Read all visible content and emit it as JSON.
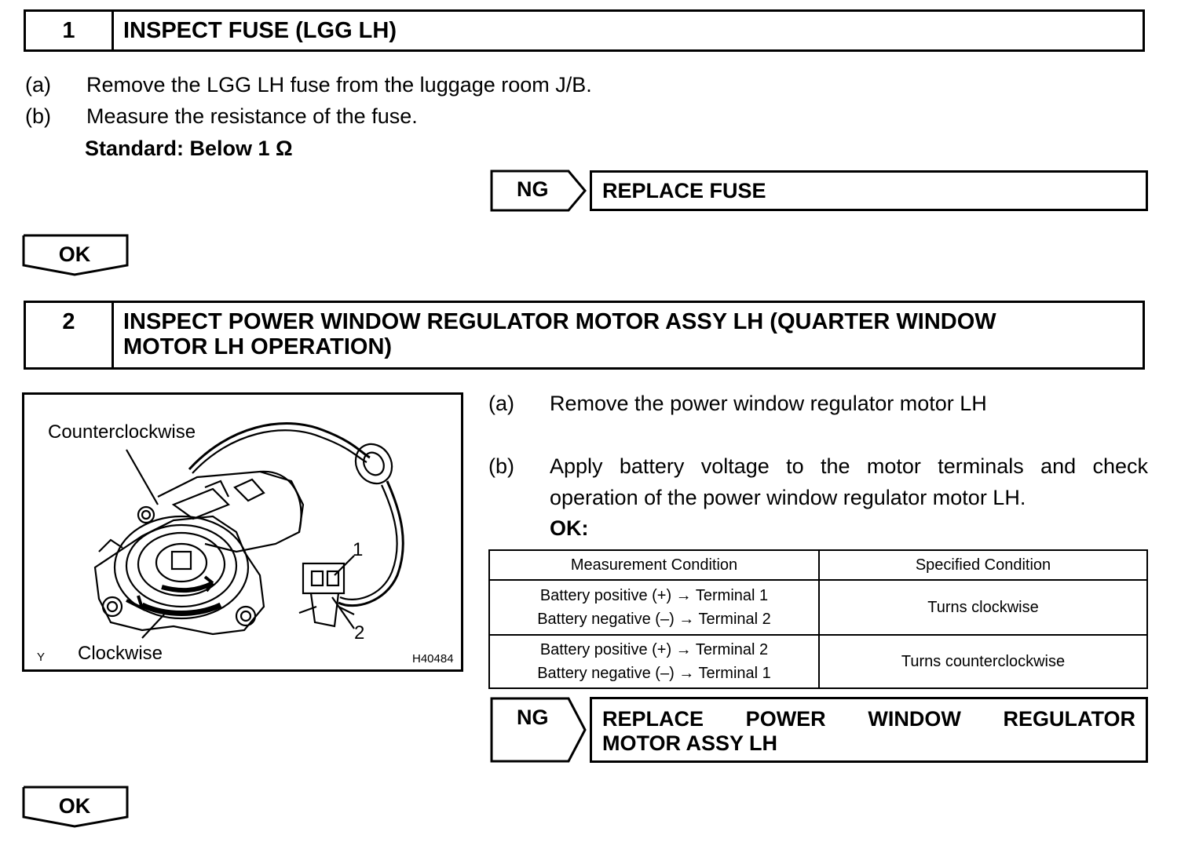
{
  "step1": {
    "number": "1",
    "title": "INSPECT FUSE (LGG LH)",
    "steps": [
      {
        "label": "(a)",
        "text": "Remove the LGG LH fuse from the luggage room J/B."
      },
      {
        "label": "(b)",
        "text": "Measure the resistance of the fuse."
      }
    ],
    "standard": "Standard: Below 1 Ω",
    "ng_label": "NG",
    "ng_action": "REPLACE FUSE",
    "ok_label": "OK"
  },
  "step2": {
    "number": "2",
    "title_line1": "INSPECT POWER WINDOW REGULATOR MOTOR ASSY LH (QUARTER WINDOW",
    "title_line2": "MOTOR LH OPERATION)",
    "figure": {
      "label_ccw": "Counterclockwise",
      "label_cw": "Clockwise",
      "terminal_1": "1",
      "terminal_2": "2",
      "corner_mark": "Y",
      "code": "H40484"
    },
    "step_a_label": "(a)",
    "step_a_text": "Remove the power window regulator motor LH",
    "step_b_label": "(b)",
    "step_b_line1": "Apply battery voltage to the motor terminals and check",
    "step_b_line2": "operation of the power window regulator motor LH.",
    "ok_heading": "OK:",
    "table": {
      "headers": [
        "Measurement Condition",
        "Specified Condition"
      ],
      "rows": [
        {
          "cond_line1": "Battery positive (+) → Terminal 1",
          "cond_line2": "Battery negative (–) → Terminal 2",
          "result": "Turns clockwise"
        },
        {
          "cond_line1": "Battery positive (+) → Terminal 2",
          "cond_line2": "Battery negative (–) → Terminal 1",
          "result": "Turns counterclockwise"
        }
      ]
    },
    "ng_label": "NG",
    "ng_action_line1": "REPLACE POWER WINDOW REGULATOR",
    "ng_action_line2": "MOTOR ASSY LH",
    "ok_label": "OK"
  }
}
